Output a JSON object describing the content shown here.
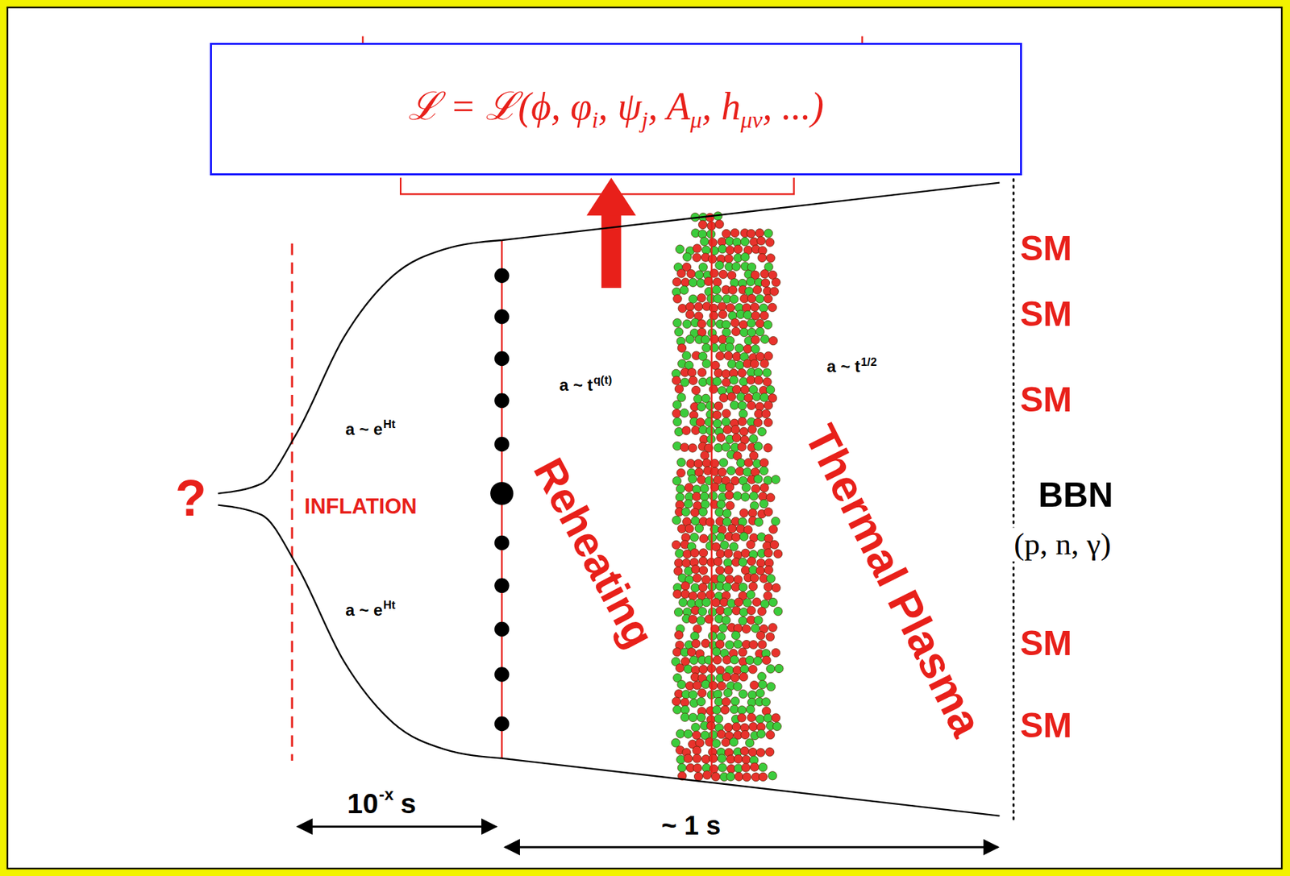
{
  "diagram": {
    "nodes": [
      {
        "text": [
          "ℒ = ℒ(ϕ, φ",
          "i",
          ", ψ",
          "j",
          ", A",
          "μ",
          ", h",
          "μν",
          ", ...)"
        ]
      }
    ],
    "labels": [
      "?",
      "INFLATION",
      "a ~ e",
      "Ht",
      "a ~ e",
      "Ht",
      "a ~ t",
      "q(t)",
      "a ~ t",
      "1/2",
      "Reheating",
      "Thermal Plasma",
      "SM",
      "SM",
      "SM",
      "BBN",
      "(p, n, γ)",
      "SM",
      "SM",
      "10",
      "-x",
      "s",
      "~ 1 s"
    ]
  }
}
